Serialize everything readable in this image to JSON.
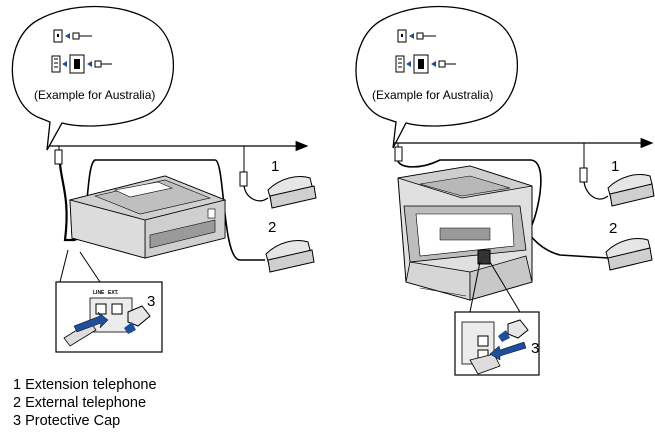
{
  "callouts": {
    "left": {
      "text": "(Example for Australia)"
    },
    "right": {
      "text": "(Example for Australia)"
    }
  },
  "numbers": {
    "n1": "1",
    "n2": "2",
    "n3": "3"
  },
  "jack_labels": {
    "line": "LINE",
    "ext": "EXT."
  },
  "legend": [
    {
      "num": "1",
      "label": "Extension telephone"
    },
    {
      "num": "2",
      "label": "External telephone"
    },
    {
      "num": "3",
      "label": "Protective Cap"
    }
  ],
  "colors": {
    "line": "#000000",
    "accent_blue": "#1f4f9c",
    "printer_gray": "#d9d9d9",
    "shadow": "#7a7a7a"
  }
}
